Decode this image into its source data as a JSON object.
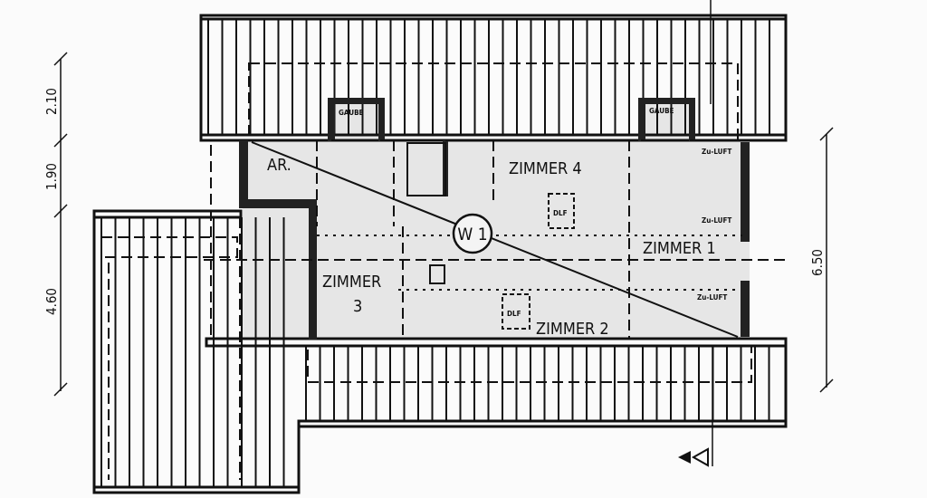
{
  "plan": {
    "dimensions": {
      "left_top": "2.10",
      "left_mid": "1.90",
      "left_bottom": "4.60",
      "right": "6.50"
    },
    "rooms": {
      "storage": "AR.",
      "room4": "ZIMMER 4",
      "room1": "ZIMMER 1",
      "room3_line1": "ZIMMER",
      "room3_line2": "3",
      "room2": "ZIMMER 2"
    },
    "wall_tag": "W 1",
    "dormer_left": "GAUBE",
    "dormer_right": "GAUBE",
    "skylight_1": "DLF",
    "skylight_2": "DLF",
    "vent_1": "Zu-LUFT",
    "vent_2": "Zu-LUFT",
    "vent_3": "Zu-LUFT",
    "colors": {
      "ink": "#111111",
      "paper": "#fbfbfb",
      "fill": "#e4e4e4"
    }
  }
}
